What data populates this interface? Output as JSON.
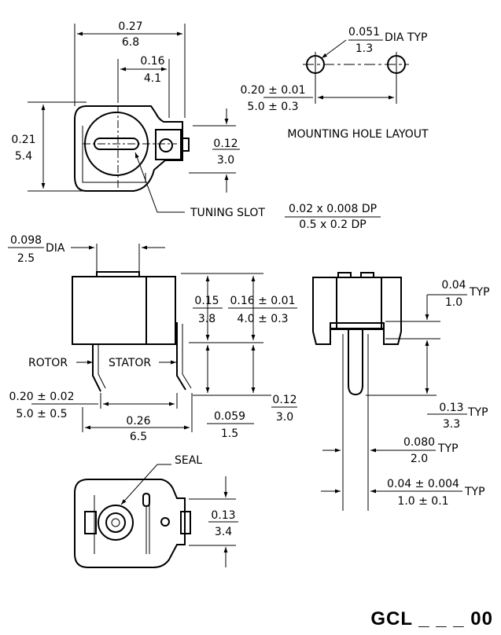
{
  "title": "GCL _ _ _ 00",
  "top_view": {
    "width_in": "0.27",
    "width_mm": "6.8",
    "inner_in": "0.16",
    "inner_mm": "4.1",
    "height_in": "0.21",
    "height_mm": "5.4",
    "pin_in": "0.12",
    "pin_mm": "3.0",
    "tuning_slot_label": "TUNING SLOT",
    "tuning_slot_in": "0.02 x 0.008 DP",
    "tuning_slot_mm": "0.5 x 0.2 DP"
  },
  "mounting_hole": {
    "dia_in": "0.051",
    "dia_mm": "1.3",
    "dia_typ": "DIA TYP",
    "spacing_in": "0.20 ± 0.01",
    "spacing_mm": "5.0 ± 0.3",
    "caption": "MOUNTING HOLE LAYOUT"
  },
  "side_view": {
    "shaft_dia_in": "0.098",
    "shaft_dia_mm": "2.5",
    "dia_label": "DIA",
    "body_h_in": "0.15",
    "body_h_mm": "3.8",
    "total_h_in": "0.16 ± 0.01",
    "total_h_mm": "4.0 ± 0.3",
    "rotor_label": "ROTOR",
    "stator_label": "STATOR",
    "pitch_in": "0.20 ± 0.02",
    "pitch_mm": "5.0 ± 0.5",
    "lead_in": "0.12",
    "lead_mm": "3.0",
    "span_in": "0.26",
    "span_mm": "6.5",
    "offset_in": "0.059",
    "offset_mm": "1.5"
  },
  "end_view": {
    "t1_in": "0.04",
    "t1_mm": "1.0",
    "t2_in": "0.13",
    "t2_mm": "3.3",
    "w_in": "0.080",
    "w_mm": "2.0",
    "lead_in": "0.04 ± 0.004",
    "lead_mm": "1.0 ± 0.1",
    "typ": "TYP"
  },
  "bottom_view": {
    "seal_label": "SEAL",
    "h_in": "0.13",
    "h_mm": "3.4"
  }
}
